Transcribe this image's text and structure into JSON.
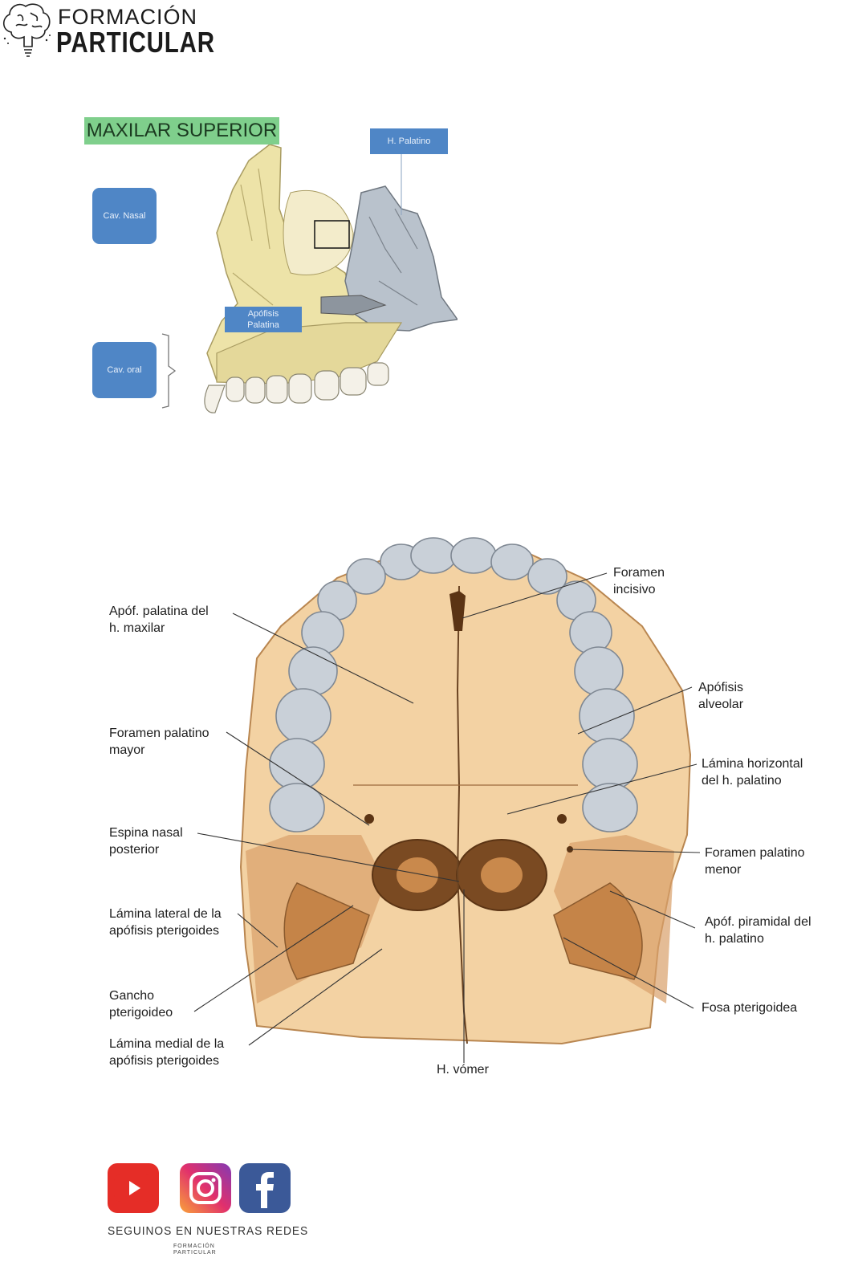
{
  "header": {
    "logo_line1": "FORMACIÓN",
    "logo_line2": "PARTICULAR",
    "logo_icon": "brain-lightbulb-icon"
  },
  "figure1": {
    "title": "MAXILAR SUPERIOR",
    "labels": {
      "h_palatino": "H. Palatino",
      "cav_nasal": "Cav. Nasal",
      "apofisis_palatina": "Apófisis\nPalatina",
      "cav_oral": "Cav. oral"
    },
    "colors": {
      "title_bg": "#7fcf8c",
      "label_bg": "#4f86c6",
      "bone": "#ede3a8",
      "bone_grey": "#b9c2cc"
    }
  },
  "figure2": {
    "labels": {
      "foramen_incisivo": "Foramen\nincisivo",
      "apof_palatina_maxilar": "Apóf. palatina del\nh. maxilar",
      "apofisis_alveolar": "Apófisis\nalveolar",
      "foramen_palatino_mayor": "Foramen palatino\nmayor",
      "lamina_horizontal": "Lámina horizontal\ndel h. palatino",
      "espina_nasal_posterior": "Espina nasal\nposterior",
      "foramen_palatino_menor": "Foramen palatino\nmenor",
      "lamina_lateral": "Lámina lateral de la\napófisis pterigoides",
      "apof_piramidal": "Apóf. piramidal del\nh. palatino",
      "gancho_pterigoideo": "Gancho\npterigoideo",
      "fosa_pterigoidea": "Fosa pterigoidea",
      "lamina_medial": "Lámina medial de la\napófisis pterigoides",
      "h_vomer": "H. vómer"
    },
    "colors": {
      "bone": "#f3d2a3",
      "bone_dark": "#c98a52",
      "teeth": "#c9d0d8"
    }
  },
  "footer": {
    "cta": "SEGUINOS EN NUESTRAS REDES",
    "mini_logo_line1": "FORMACIÓN",
    "mini_logo_line2": "PARTICULAR",
    "icons": [
      "youtube-icon",
      "instagram-icon",
      "facebook-icon"
    ]
  }
}
